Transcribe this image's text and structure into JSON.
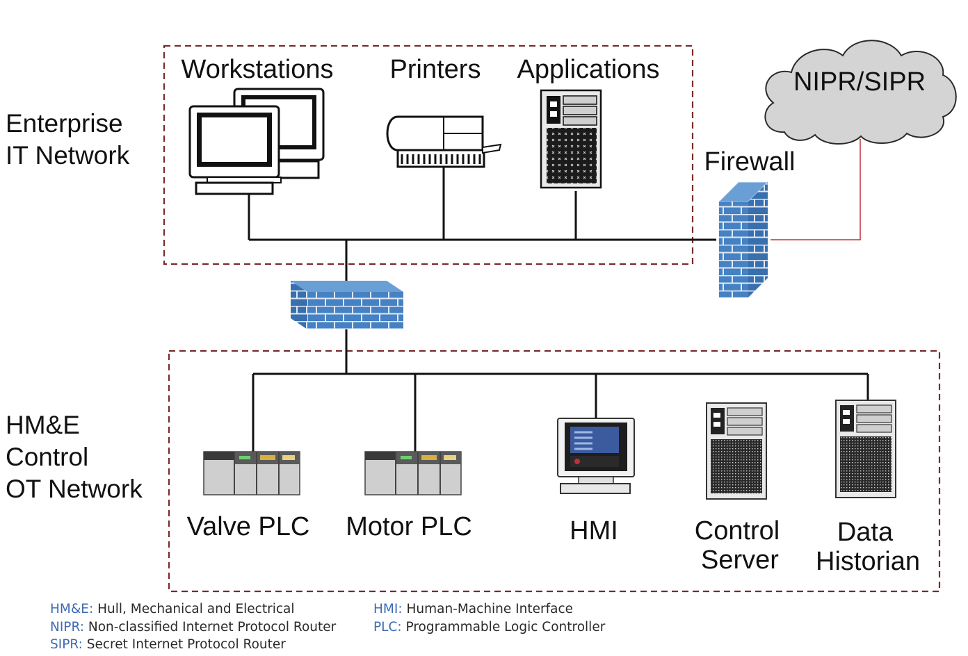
{
  "zones": {
    "it": {
      "label_line1": "Enterprise",
      "label_line2": "IT Network"
    },
    "ot": {
      "label_line1": "HM&E",
      "label_line2": "Control",
      "label_line3": "OT Network"
    }
  },
  "devices": {
    "workstations": "Workstations",
    "printers": "Printers",
    "applications": "Applications",
    "firewall": "Firewall",
    "cloud": "NIPR/SIPR",
    "valve_plc": "Valve PLC",
    "motor_plc": "Motor PLC",
    "hmi": "HMI",
    "control_server_line1": "Control",
    "control_server_line2": "Server",
    "data_historian_line1": "Data",
    "data_historian_line2": "Historian"
  },
  "glossary": {
    "left": [
      {
        "term": "HM&E:",
        "definition": "Hull, Mechanical and Electrical"
      },
      {
        "term": "NIPR:",
        "definition": "Non-classified Internet Protocol Router"
      },
      {
        "term": "SIPR:",
        "definition": "Secret Internet Protocol Router"
      }
    ],
    "right": [
      {
        "term": "HMI:",
        "definition": "Human-Machine Interface"
      },
      {
        "term": "PLC:",
        "definition": "Programmable Logic Controller"
      }
    ]
  },
  "colors": {
    "zone_border": "#7a2a2a",
    "firewall_blue": "#3f7fc0",
    "cloud_fill": "#d4d4d4",
    "nipr_link": "#c0303a",
    "glossary_term": "#3d6bb3"
  }
}
